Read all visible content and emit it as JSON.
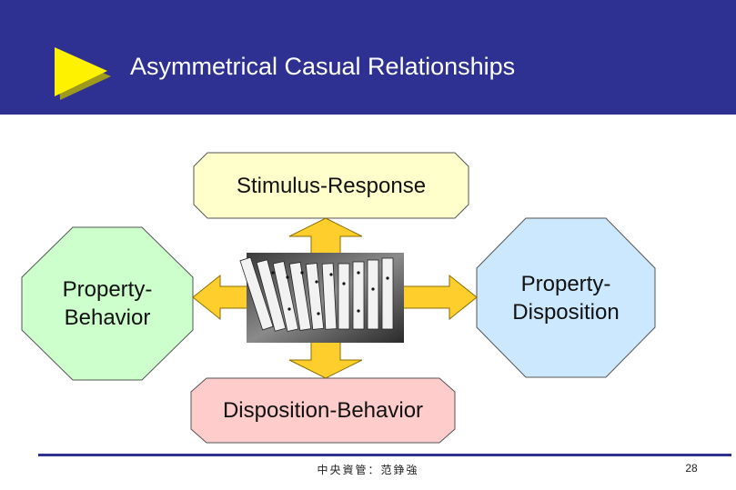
{
  "header": {
    "title": "Asymmetrical Casual Relationships",
    "bullet_icon": "play-triangle-icon",
    "background_color": "#2e3192",
    "bullet_color": "#fff200"
  },
  "diagram": {
    "top": {
      "label": "Stimulus-Response",
      "fill": "#ffffcc"
    },
    "left": {
      "label_line1": "Property-",
      "label_line2": "Behavior",
      "fill": "#ccffcc"
    },
    "right": {
      "label_line1": "Property-",
      "label_line2": "Disposition",
      "fill": "#cce8ff"
    },
    "bottom": {
      "label": "Disposition-Behavior",
      "fill": "#ffcccc"
    },
    "arrow_color": "#fecf2c",
    "center_image": "dominoes-image"
  },
  "footer": {
    "text": "中央資管：范錚強",
    "page_number": "28"
  }
}
